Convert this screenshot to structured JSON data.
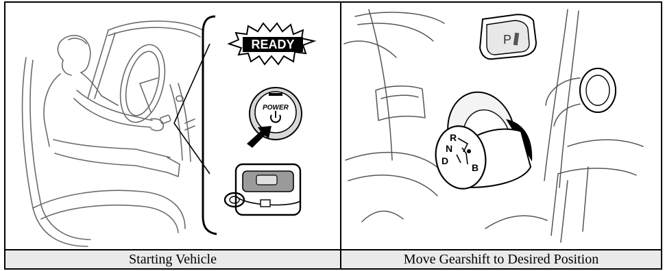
{
  "captions": {
    "left": "Starting Vehicle",
    "right": "Move Gearshift to Desired Position"
  },
  "left_illustration": {
    "ready_label": "READY",
    "power_label": "POWER",
    "icons": [
      "driver-illustration",
      "ready-burst-icon",
      "power-button-icon",
      "smart-key-icon"
    ]
  },
  "right_illustration": {
    "indicator_label": "P",
    "gear_letters": {
      "r": "R",
      "n": "N",
      "d": "D",
      "b": "B"
    },
    "icons": [
      "park-button-icon",
      "gearshift-knob-icon",
      "round-knob-icon"
    ]
  }
}
